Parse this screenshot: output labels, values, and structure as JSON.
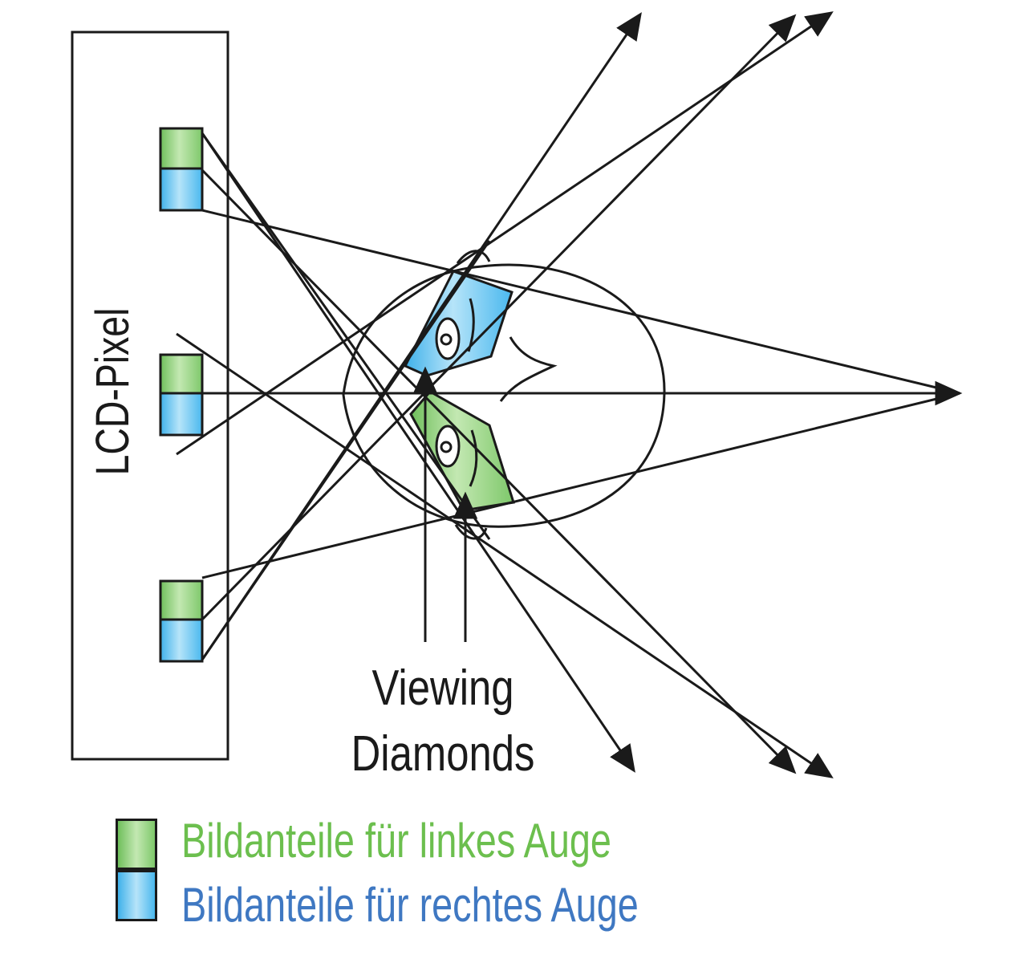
{
  "diagram": {
    "lcd_label": "LCD-Pixel",
    "viewing_label_line1": "Viewing",
    "viewing_label_line2": "Diamonds"
  },
  "legend": {
    "left_eye": "Bildanteile für linkes Auge",
    "right_eye": "Bildanteile für rechtes Auge"
  },
  "colors": {
    "green": "#7ec86a",
    "green_light": "#b9e3a6",
    "blue": "#43b4ec",
    "blue_light": "#a9def7",
    "legend_green_text": "#6cbf4e",
    "legend_blue_text": "#3f78c2",
    "line": "#1a1a1a"
  }
}
